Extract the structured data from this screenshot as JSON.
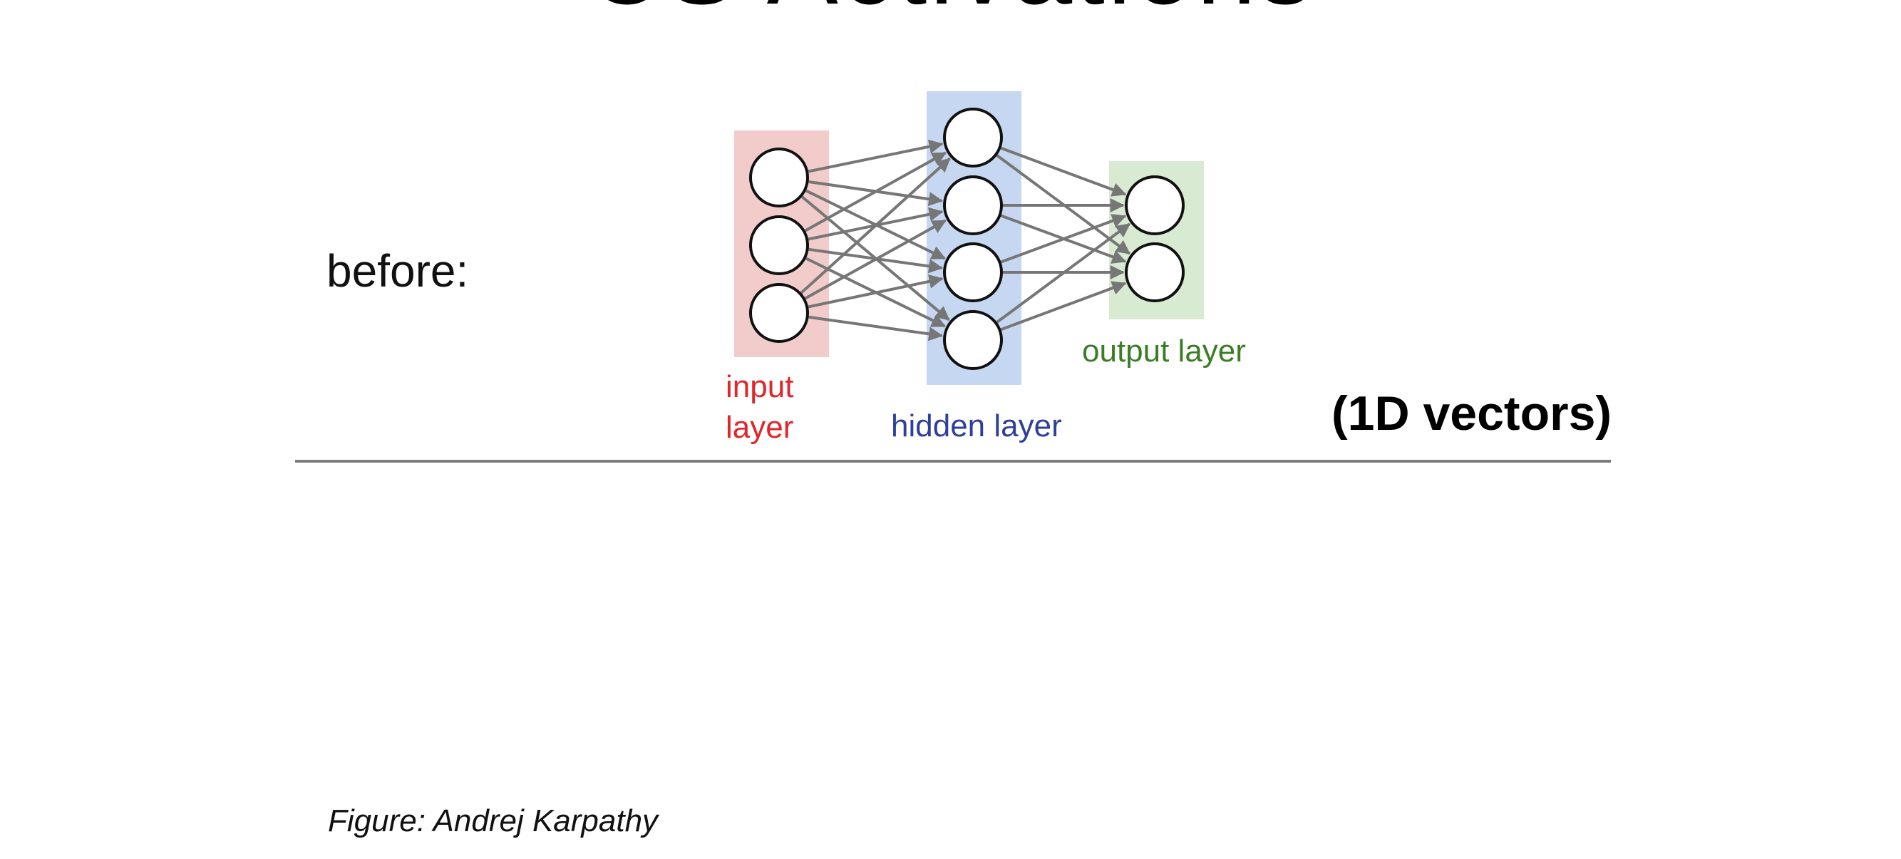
{
  "slide": {
    "title": "CS Activations",
    "before_label": "before:",
    "vectors_label": "(1D vectors)",
    "figure_credit": "Figure: Andrej Karpathy"
  },
  "diagram": {
    "layers": [
      {
        "key": "input",
        "caption_lines": [
          "input",
          "layer"
        ],
        "color": "#e0262b",
        "fill": "#f2cbcb",
        "neurons": 3
      },
      {
        "key": "hidden",
        "caption_lines": [
          "hidden layer"
        ],
        "color": "#2e3f9a",
        "fill": "#c6d7f1",
        "neurons": 4
      },
      {
        "key": "output",
        "caption_lines": [
          "output layer"
        ],
        "color": "#3a7d25",
        "fill": "#d8ead2",
        "neurons": 2
      }
    ],
    "edge_color": "#767676",
    "neuron_stroke": "#111111"
  },
  "colors": {
    "divider": "#7a7a7a",
    "text": "#111111"
  }
}
